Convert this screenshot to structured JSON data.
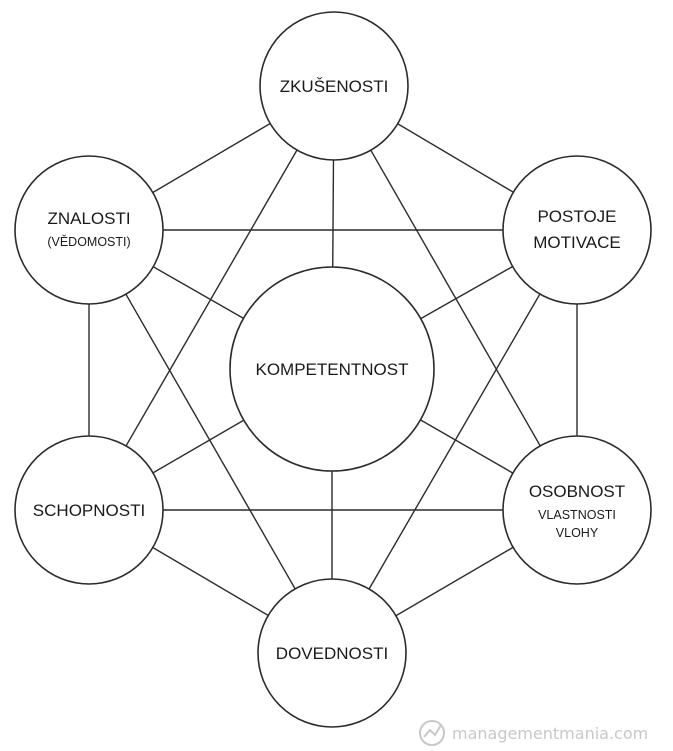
{
  "diagram": {
    "nodes": {
      "center": {
        "line1": "KOMPETENTNOST"
      },
      "top": {
        "line1": "ZKUŠENOSTI"
      },
      "upperRight": {
        "line1": "POSTOJE",
        "line2": "MOTIVACE"
      },
      "lowerRight": {
        "line1": "OSOBNOST",
        "line2": "VLASTNOSTI",
        "line3": "VLOHY"
      },
      "bottom": {
        "line1": "DOVEDNOSTI"
      },
      "lowerLeft": {
        "line1": "SCHOPNOSTI"
      },
      "upperLeft": {
        "line1": "ZNALOSTI",
        "line2": "(VĚDOMOSTI)"
      }
    },
    "edges": [
      [
        "top",
        "upperRight"
      ],
      [
        "upperRight",
        "lowerRight"
      ],
      [
        "lowerRight",
        "bottom"
      ],
      [
        "bottom",
        "lowerLeft"
      ],
      [
        "lowerLeft",
        "upperLeft"
      ],
      [
        "upperLeft",
        "top"
      ],
      [
        "top",
        "lowerRight"
      ],
      [
        "top",
        "lowerLeft"
      ],
      [
        "upperRight",
        "upperLeft"
      ],
      [
        "upperRight",
        "bottom"
      ],
      [
        "lowerRight",
        "lowerLeft"
      ],
      [
        "upperLeft",
        "bottom"
      ],
      [
        "center",
        "top"
      ],
      [
        "center",
        "upperRight"
      ],
      [
        "center",
        "lowerRight"
      ],
      [
        "center",
        "bottom"
      ],
      [
        "center",
        "lowerLeft"
      ],
      [
        "center",
        "upperLeft"
      ]
    ]
  },
  "watermark": {
    "text": "managementmania.com",
    "color": "#c8c8c8"
  }
}
